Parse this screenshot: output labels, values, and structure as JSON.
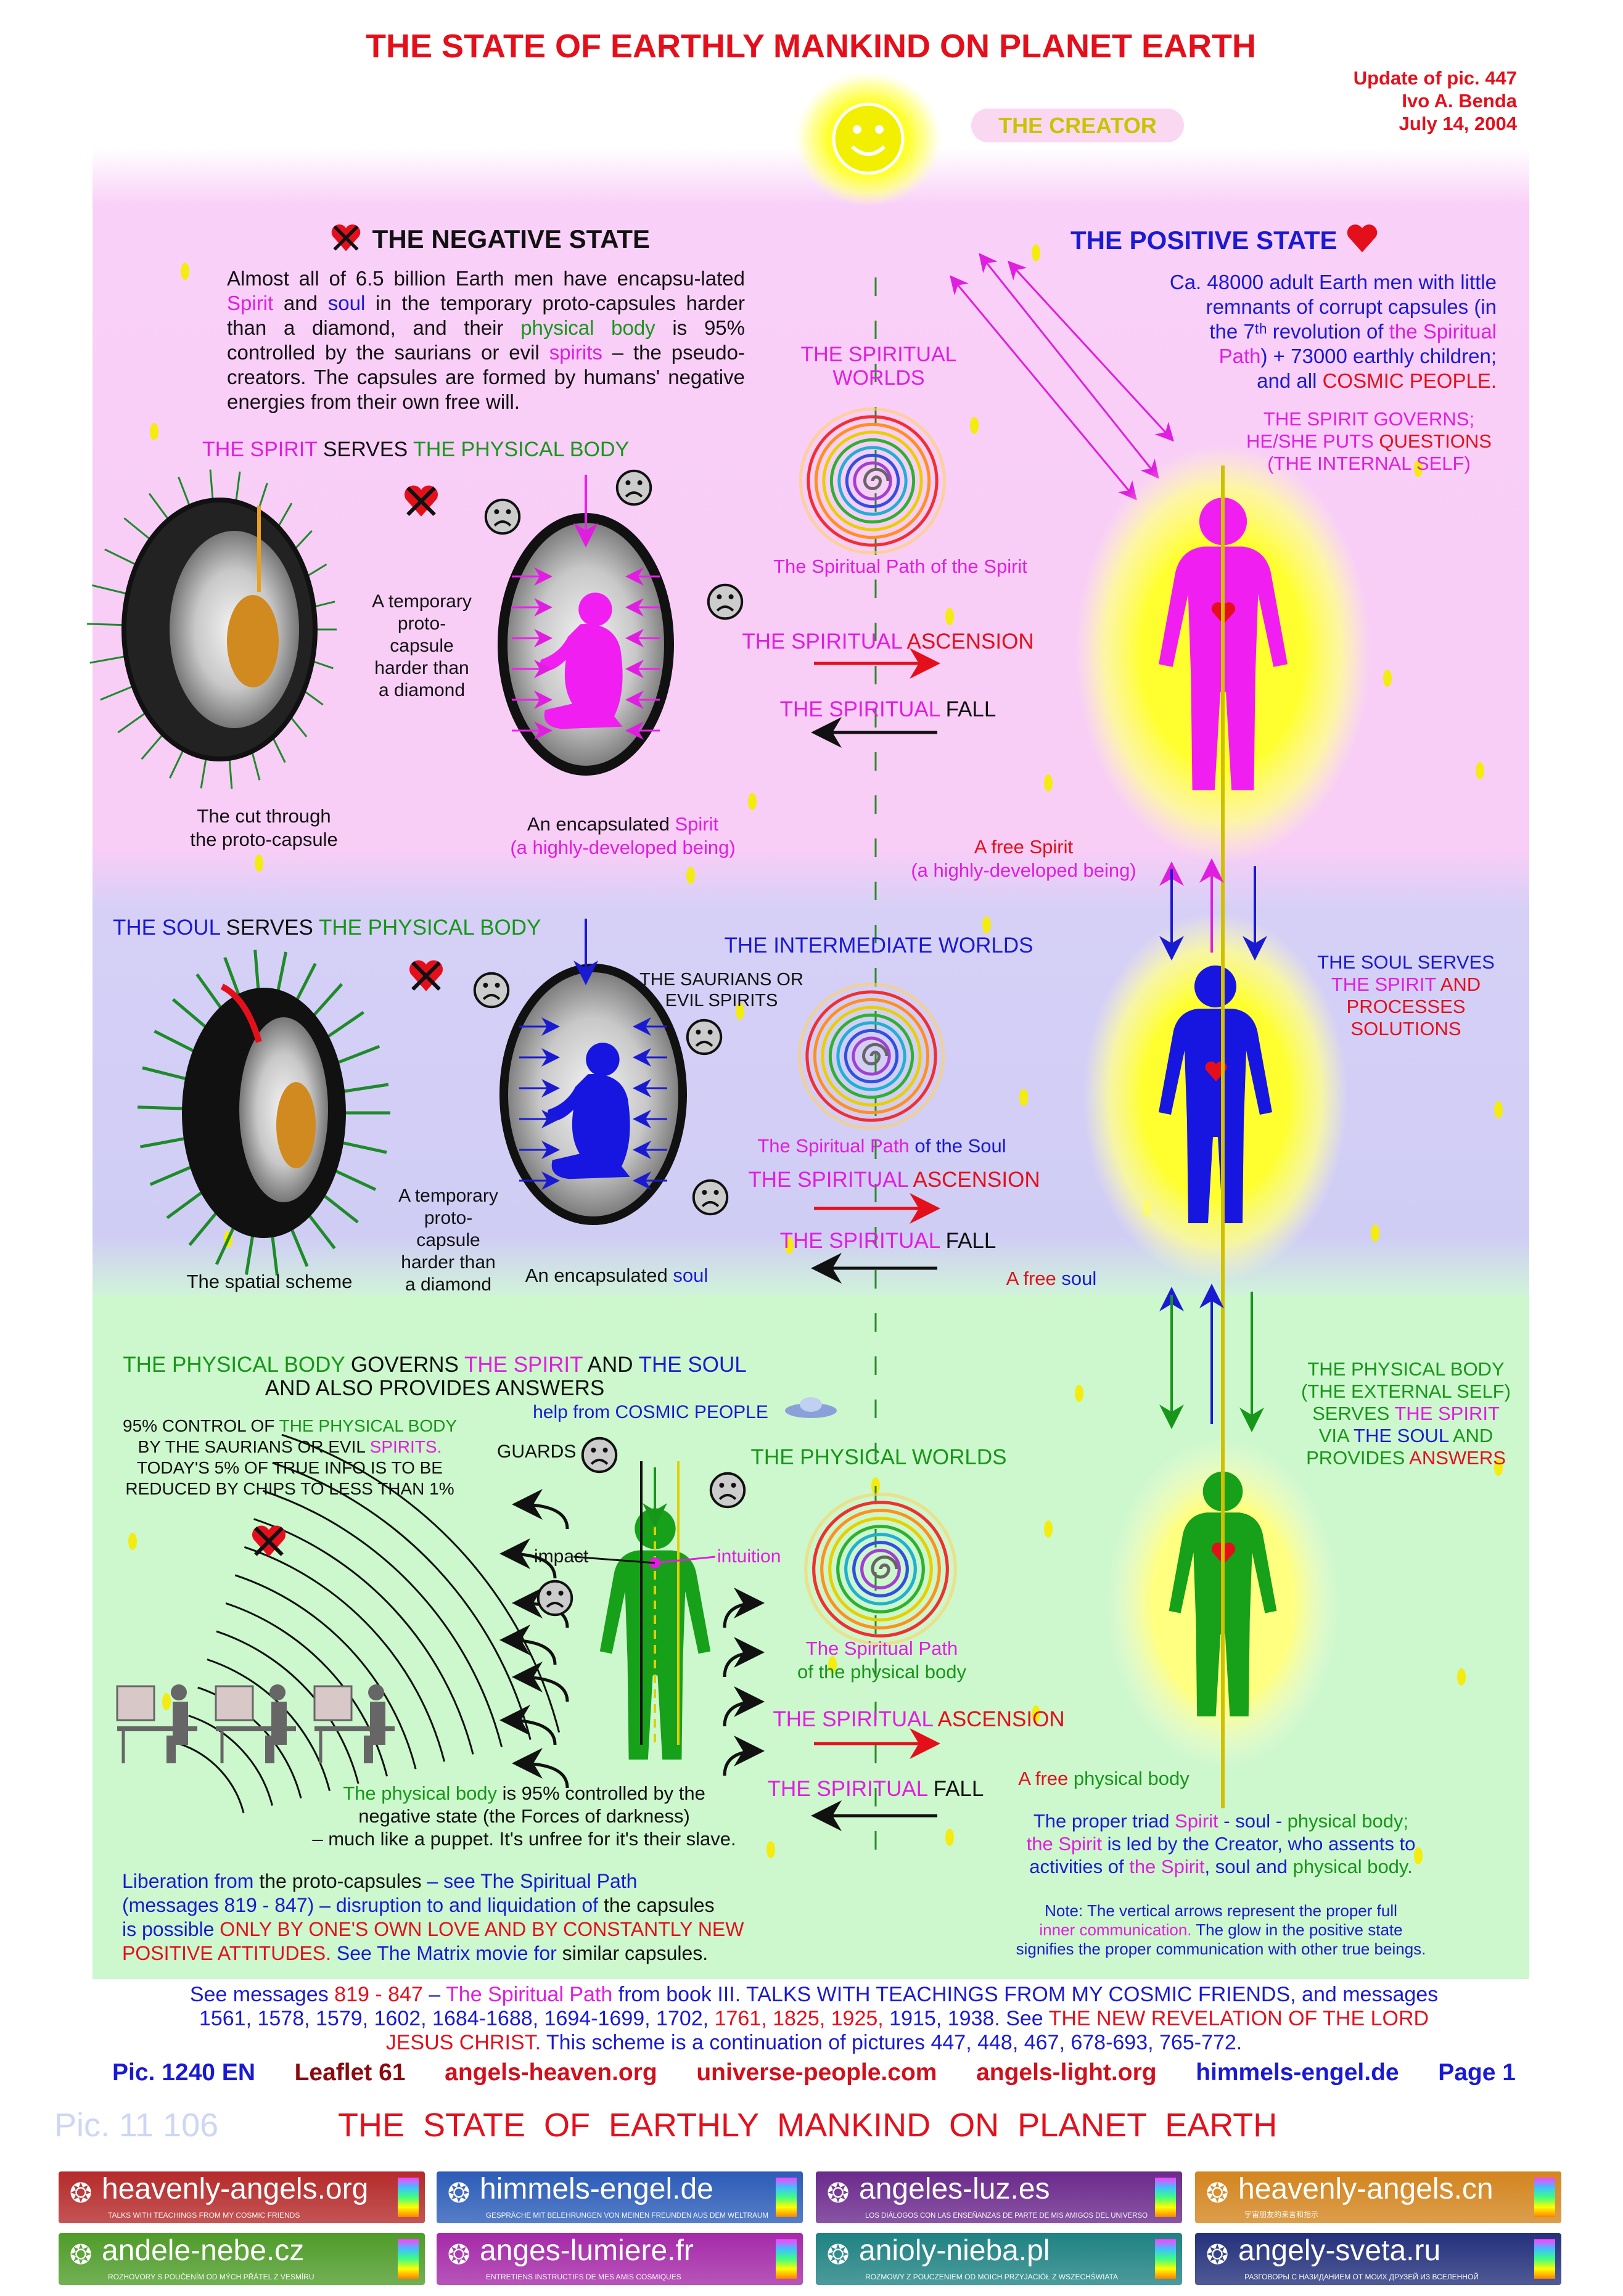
{
  "title": "THE STATE OF EARTHLY MANKIND ON PLANET EARTH",
  "update": "Update of pic. 447\nIvo A. Benda\nJuly 14, 2004",
  "creator": "THE CREATOR",
  "negative": {
    "heading": "THE NEGATIVE STATE",
    "paragraph": [
      [
        "Almost all of 6.5 billion Earth men have encapsu-lated ",
        "k"
      ],
      [
        "Spirit",
        "m"
      ],
      [
        " and ",
        "k"
      ],
      [
        "soul",
        "b"
      ],
      [
        " in the temporary proto-capsules harder than a diamond, and their ",
        "k"
      ],
      [
        "physical body",
        "g"
      ],
      [
        " is 95% controlled by the saurians or evil ",
        "k"
      ],
      [
        "spirits",
        "m"
      ],
      [
        " – the pseudo-creators. The capsules are formed by humans' negative energies from their own free will.",
        "k"
      ]
    ],
    "spirit_serves": [
      [
        "THE SPIRIT",
        "m"
      ],
      [
        " SERVES ",
        "k"
      ],
      [
        "THE PHYSICAL BODY",
        "g"
      ]
    ],
    "capsule_label": "A temporary\nproto-\ncapsule\nharder than\na diamond",
    "cut_label": "The cut through\nthe proto-capsule",
    "encapsulated_spirit": [
      [
        "An encapsulated ",
        "k"
      ],
      [
        "Spirit",
        "m"
      ],
      [
        "\n(a highly-developed being)",
        "m"
      ]
    ]
  },
  "positive": {
    "heading": "THE POSITIVE STATE",
    "paragraph": [
      [
        "Ca. 48000 adult Earth men with little\nremnants of corrupt capsules (in\nthe 7ᵗʰ revolution of ",
        "b"
      ],
      [
        "the Spiritual\nPath",
        "m"
      ],
      [
        ") + 73000 earthly children;\nand all ",
        "b"
      ],
      [
        "COSMIC PEOPLE.",
        "r"
      ]
    ],
    "spirit_governs": [
      [
        "THE SPIRIT GOVERNS;\nHE/SHE PUTS ",
        "m"
      ],
      [
        "QUESTIONS",
        "r"
      ],
      [
        "\n(THE INTERNAL SELF)",
        "m"
      ]
    ],
    "free_spirit": [
      [
        "A free Spirit",
        "r"
      ],
      [
        "\n(a highly-developed being)",
        "m"
      ]
    ]
  },
  "spiritual": {
    "worlds": "THE SPIRITUAL\nWORLDS",
    "path_spirit": [
      [
        "The Spiritual Path of the Spirit",
        "m"
      ]
    ],
    "ascension": [
      [
        "THE SPIRITUAL ",
        "m"
      ],
      [
        "ASCENSION",
        "r"
      ]
    ],
    "fall": [
      [
        "THE SPIRITUAL ",
        "m"
      ],
      [
        "FALL",
        "k"
      ]
    ]
  },
  "soul": {
    "serves": [
      [
        "THE SOUL",
        "b"
      ],
      [
        " SERVES ",
        "k"
      ],
      [
        "THE PHYSICAL BODY",
        "g"
      ]
    ],
    "intermediate": "THE INTERMEDIATE WORLDS",
    "saurians": "THE SAURIANS OR\nEVIL SPIRITS",
    "path_soul": [
      [
        "The Spiritual Path",
        "m"
      ],
      [
        " of the Soul",
        "b"
      ]
    ],
    "capsule_label": "A temporary\nproto-\ncapsule\nharder than\na diamond",
    "spatial": "The spatial scheme",
    "encapsulated_soul": [
      [
        "An encapsulated ",
        "k"
      ],
      [
        "soul",
        "b"
      ]
    ],
    "free_soul": [
      [
        "A free ",
        "r"
      ],
      [
        "soul",
        "b"
      ]
    ],
    "soul_serves_spirit": [
      [
        "THE SOUL SERVES\n",
        "b"
      ],
      [
        "THE SPIRIT",
        "m"
      ],
      [
        " AND\nPROCESSES\nSOLUTIONS",
        "r"
      ]
    ]
  },
  "physical": {
    "governs": [
      [
        "THE PHYSICAL BODY",
        "g"
      ],
      [
        " GOVERNS ",
        "k"
      ],
      [
        "THE SPIRIT",
        "m"
      ],
      [
        " AND ",
        "k"
      ],
      [
        "THE SOUL",
        "b"
      ],
      [
        "\nAND ALSO PROVIDES ANSWERS",
        "k"
      ]
    ],
    "control": [
      [
        "95% CONTROL OF ",
        "k"
      ],
      [
        "THE PHYSICAL BODY",
        "g"
      ],
      [
        "\nBY THE SAURIANS OR EVIL ",
        "k"
      ],
      [
        "SPIRITS.",
        "m"
      ],
      [
        "\nTODAY'S 5% OF TRUE INFO IS TO BE\nREDUCED BY CHIPS TO LESS THAN 1%",
        "k"
      ]
    ],
    "help": [
      [
        "help from ",
        "b"
      ],
      [
        "COSMIC PEOPLE",
        "b"
      ]
    ],
    "guards": "GUARDS",
    "impact": "impact",
    "intuition": "intuition",
    "worlds": "THE PHYSICAL WORLDS",
    "path_body": [
      [
        "The Spiritual Path\n",
        "m"
      ],
      [
        "of the physical body",
        "g"
      ]
    ],
    "free_body": [
      [
        "A free ",
        "r"
      ],
      [
        "physical body",
        "g"
      ]
    ],
    "controlled": [
      [
        "The physical body",
        "g"
      ],
      [
        " is 95% controlled by the\nnegative state (the Forces of darkness)\n– much like a puppet. It's unfree for it's their slave.",
        "k"
      ]
    ],
    "liberation": [
      [
        "Liberation from",
        "b"
      ],
      [
        " the proto-capsules ",
        "k"
      ],
      [
        "– see The Spiritual Path\n(messages 819 - 847) – disruption to and liquidation of",
        "b"
      ],
      [
        " the capsules\n",
        "k"
      ],
      [
        "is possible ",
        "b"
      ],
      [
        "ONLY BY ONE'S OWN LOVE AND BY CONSTANTLY NEW\nPOSITIVE ATTITUDES.",
        "r"
      ],
      [
        " See The Matrix movie for ",
        "b"
      ],
      [
        "similar capsules.",
        "k"
      ]
    ],
    "triad": [
      [
        "The proper triad ",
        "b"
      ],
      [
        "Spirit",
        "m"
      ],
      [
        " - soul - ",
        "b"
      ],
      [
        "physical body;",
        "g"
      ],
      [
        "\n",
        "b"
      ],
      [
        "the Spirit",
        "m"
      ],
      [
        " is led by the Creator, who assents to\nactivities of ",
        "b"
      ],
      [
        "the Spirit",
        "m"
      ],
      [
        ", soul and ",
        "b"
      ],
      [
        "physical body.",
        "g"
      ]
    ],
    "note": [
      [
        "Note: The vertical arrows represent the proper full\n",
        "b"
      ],
      [
        "inner communication.",
        "m"
      ],
      [
        " The glow in the positive state\nsignifies the proper communication with other true beings.",
        "b"
      ]
    ],
    "external_self": [
      [
        "THE PHYSICAL BODY\n(THE EXTERNAL SELF)\nSERVES ",
        "g"
      ],
      [
        "THE SPIRIT",
        "m"
      ],
      [
        "\nVIA ",
        "g"
      ],
      [
        "THE SOUL",
        "b"
      ],
      [
        " AND\nPROVIDES ",
        "g"
      ],
      [
        "ANSWERS",
        "r"
      ]
    ]
  },
  "footer": {
    "messages": [
      [
        "See messages ",
        "b"
      ],
      [
        "819 - 847",
        "r"
      ],
      [
        " – ",
        "b"
      ],
      [
        "The Spiritual Path",
        "m"
      ],
      [
        " from book III. TALKS WITH TEACHINGS FROM MY COSMIC FRIENDS, and messages\n1561, 1578, 1579, 1602, 1684-1688, 1694-1699, 1702, ",
        "b"
      ],
      [
        "1761, 1825, 1925,",
        "r"
      ],
      [
        " 1915, 1938. See ",
        "b"
      ],
      [
        "THE NEW REVELATION OF THE LORD\nJESUS CHRIST.",
        "r"
      ],
      [
        " This scheme is a continuation of pictures 447, 448, 467, 678-693, 765-772.",
        "b"
      ]
    ],
    "links": [
      {
        "label": "Pic. 1240 EN",
        "color": "#1a1ad2"
      },
      {
        "label": "Leaflet 61",
        "color": "#8a0a10"
      },
      {
        "label": "angels-heaven.org",
        "color": "#d0101c"
      },
      {
        "label": "universe-people.com",
        "color": "#d0101c"
      },
      {
        "label": "angels-light.org",
        "color": "#d0101c"
      },
      {
        "label": "himmels-engel.de",
        "color": "#1a1ad2"
      },
      {
        "label": "Page 1",
        "color": "#1a1ad2"
      }
    ],
    "pic_number": "Pic. 11 106",
    "bottom_title": "THE  STATE  OF  EARTHLY  MANKIND  ON  PLANET  EARTH"
  },
  "banners": [
    {
      "domain": "heavenly-angels.org",
      "subtitle": "TALKS WITH TEACHINGS FROM MY COSMIC FRIENDS",
      "color": "#b52a2a"
    },
    {
      "domain": "himmels-engel.de",
      "subtitle": "GESPRÄCHE MIT BELEHRUNGEN VON MEINEN FREUNDEN AUS DEM WELTRAUM",
      "color": "#2c5cb8"
    },
    {
      "domain": "angeles-luz.es",
      "subtitle": "LOS DIÁLOGOS CON LAS ENSEÑANZAS DE PARTE DE MIS AMIGOS DEL UNIVERSO",
      "color": "#6b2a8c"
    },
    {
      "domain": "heavenly-angels.cn",
      "subtitle": "宇宙朋友的来言和指示",
      "color": "#d3851f"
    },
    {
      "domain": "andele-nebe.cz",
      "subtitle": "ROZHOVORY S POUČENÍM OD MÝCH PŘÁTEL Z VESMÍRU",
      "color": "#4f9c2a"
    },
    {
      "domain": "anges-lumiere.fr",
      "subtitle": "ENTRETIENS INSTRUCTIFS DE MES AMIS COSMIQUES",
      "color": "#a52aa8"
    },
    {
      "domain": "anioly-nieba.pl",
      "subtitle": "ROZMOWY Z POUCZENIEM OD MOICH PRZYJACIÓŁ Z WSZECHŚWIATA",
      "color": "#1f8282"
    },
    {
      "domain": "angely-sveta.ru",
      "subtitle": "РАЗГОВОРЫ С НАЗИДАНИЕМ ОТ МОИХ ДРУЗЕЙ ИЗ ВСЕЛЕННОЙ",
      "color": "#24317c"
    }
  ]
}
